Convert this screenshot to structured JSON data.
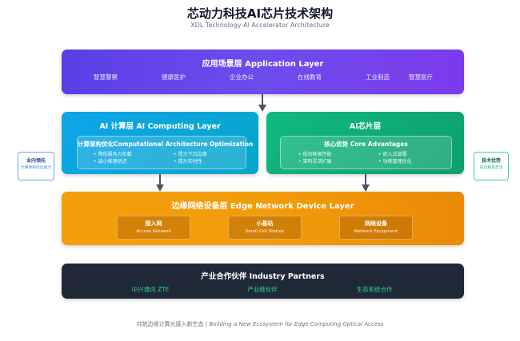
{
  "header": {
    "title": "芯动力科技AI芯片技术架构",
    "subtitle": "XDL Technology AI Accelerator Architecture"
  },
  "application_layer": {
    "title": "应用场景层 Application Layer",
    "items": [
      "智慧警察",
      "健康医护",
      "企业办公",
      "在线教育",
      "工业制造",
      "智慧医疗"
    ]
  },
  "computing_layer": {
    "title": "AI 计算层 AI Computing Layer",
    "box_title": "计算架构优化Computational Architecture Optimization",
    "bullets": [
      "• 降低服务力负载",
      "• 提力下沉边缘",
      "• 减小推理延迟",
      "• 提升实时性"
    ]
  },
  "chip_layer": {
    "title": "AI芯片层",
    "box_title": "核心优势 Core Advantages",
    "bullets": [
      "• 低功耗高性能",
      "• 嵌入式部署",
      "• 架构灵活扩展",
      "• 功耗管理优化"
    ]
  },
  "edge_layer": {
    "title": "边缘网络设备层 Edge Network Device Layer",
    "devices": [
      {
        "name": "接入网",
        "en": "Access Network"
      },
      {
        "name": "小基站",
        "en": "Small Cell Station"
      },
      {
        "name": "网络设备",
        "en": "Network Equipment"
      }
    ]
  },
  "partners_layer": {
    "title": "产业合作伙伴 Industry Partners",
    "items": [
      "中兴通讯 ZTE",
      "产业链伙伴",
      "生态系统合作"
    ]
  },
  "side_left": {
    "title": "业内领先",
    "desc": "计算架构优化能力"
  },
  "side_right": {
    "title": "技术优势",
    "desc": "低功耗高灵活"
  },
  "footer": {
    "cn": "共筑边缘计算光接入新生态 | ",
    "en": "Building a New Ecosystem for Edge Computing Optical Access"
  },
  "colors": {
    "application": "#6d4cec",
    "computing": "#0ea5e9",
    "chip": "#10b981",
    "edge": "#f59e0b",
    "partners": "#1f2937",
    "arrow": "#4b5563"
  }
}
